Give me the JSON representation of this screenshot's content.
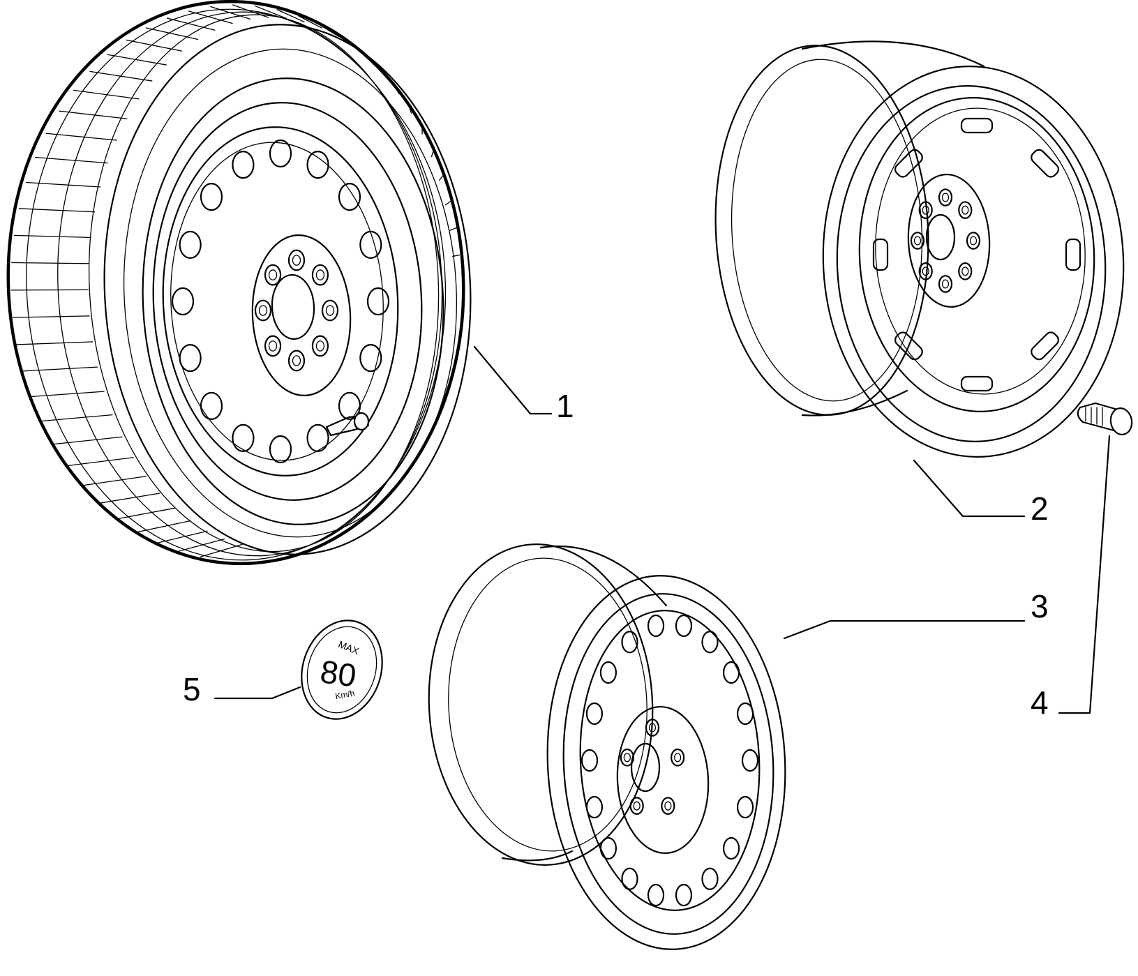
{
  "diagram": {
    "callouts": [
      {
        "id": "1",
        "label": "1"
      },
      {
        "id": "2",
        "label": "2"
      },
      {
        "id": "3",
        "label": "3"
      },
      {
        "id": "4",
        "label": "4"
      },
      {
        "id": "5",
        "label": "5"
      }
    ],
    "badge": {
      "line1": "MAX",
      "line2": "80",
      "line3": "Km/h"
    },
    "line_color": "#000000",
    "background_color": "#ffffff"
  }
}
